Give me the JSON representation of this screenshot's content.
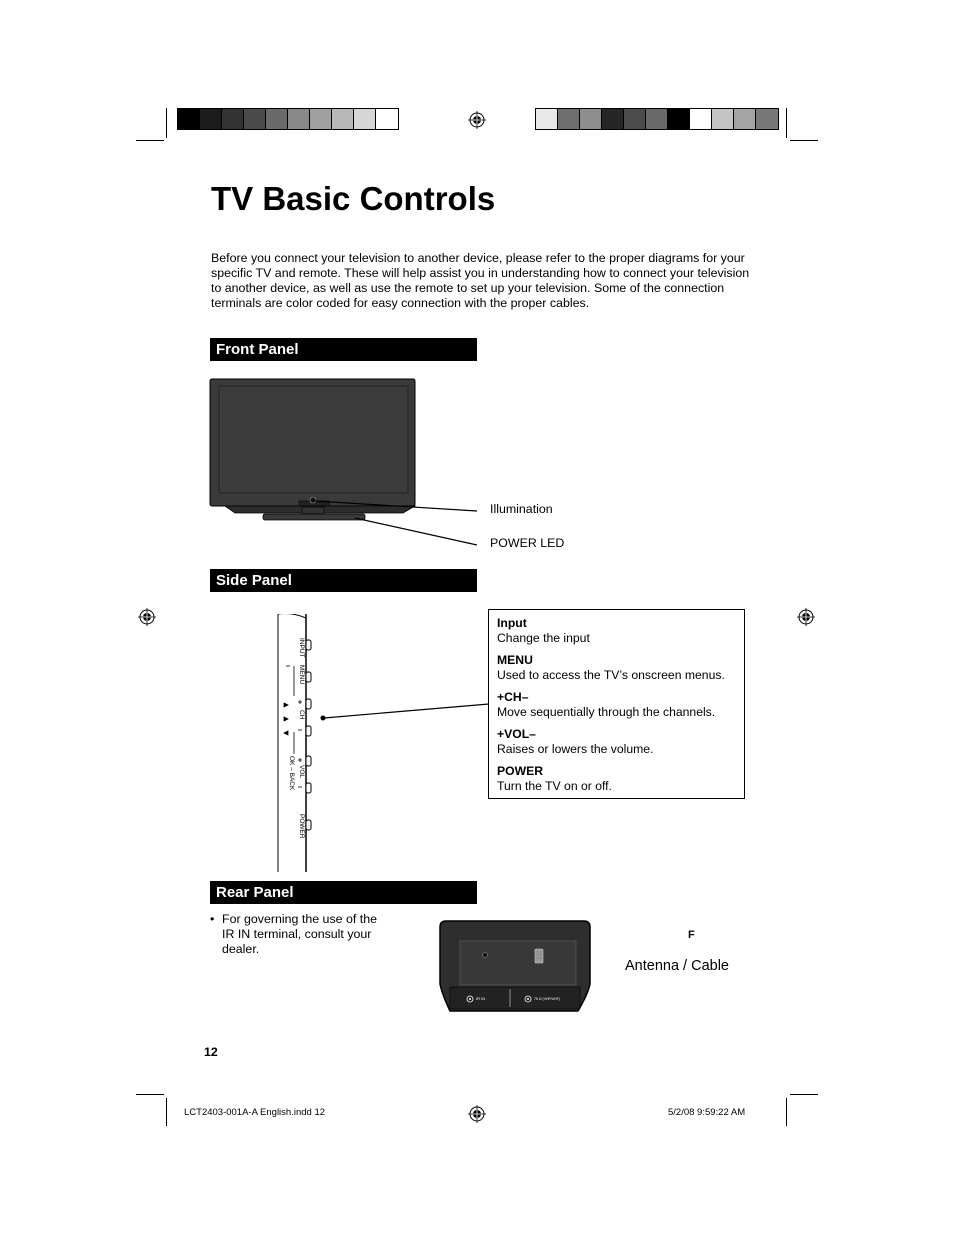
{
  "page": {
    "title": "TV Basic Controls",
    "intro": "Before you connect your television to another device, please refer to the proper diagrams for your specific TV and remote.  These will help assist you in understanding how to connect your television to another device, as well as use the remote to set up your television.  Some of the connection terminals are color coded for easy connection with the proper cables.",
    "page_number": "12"
  },
  "front_panel": {
    "heading": "Front Panel",
    "label_illumination": "Illumination",
    "label_power_led": "POWER LED"
  },
  "side_panel": {
    "heading": "Side Panel",
    "button_labels": [
      "INPUT",
      "MENU",
      "CH",
      "VOL",
      "OK – BACK",
      "POWER"
    ],
    "controls": [
      {
        "name": "Input",
        "desc": "Change the input"
      },
      {
        "name": "MENU",
        "desc": "Used to access the TV’s onscreen menus."
      },
      {
        "name": "+CH–",
        "desc": "Move sequentially through the channels."
      },
      {
        "name": "+VOL–",
        "desc": "Raises or lowers the volume."
      },
      {
        "name": "POWER",
        "desc": "Turn the TV on or off."
      }
    ]
  },
  "rear_panel": {
    "heading": "Rear Panel",
    "note": "For governing the use of the IR IN terminal, consult your dealer.",
    "terminal_ir": "IR IN",
    "terminal_ant": "75 Ω (VHF/UHF)",
    "label_f": "F",
    "label_antenna": "Antenna / Cable"
  },
  "footer": {
    "file": "LCT2403-001A-A English.indd   12",
    "date": "5/2/08   9:59:22 AM"
  },
  "colors": {
    "bar_left": [
      "#000000",
      "#1c1c1c",
      "#333333",
      "#4a4a4a",
      "#6a6a6a",
      "#888888",
      "#a0a0a0",
      "#b8b8b8",
      "#d6d6d6",
      "#ffffff"
    ],
    "bar_right": [
      "#e8e8e8",
      "#6e6e6e",
      "#8e8e8e",
      "#262626",
      "#4c4c4c",
      "#6a6a6a",
      "#000000",
      "#ffffff",
      "#c4c4c4",
      "#a4a4a4",
      "#787878"
    ]
  }
}
